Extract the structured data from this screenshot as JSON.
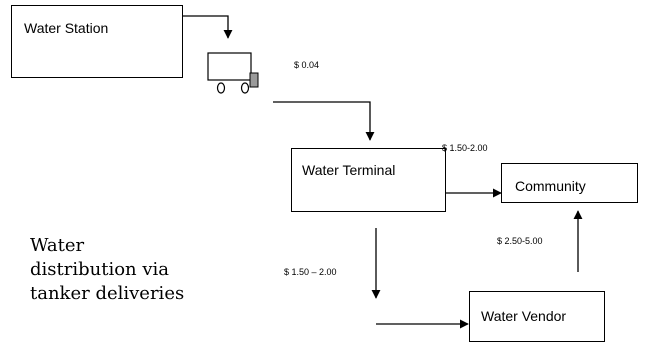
{
  "nodes": {
    "water_station": "Water Station",
    "water_terminal": "Water Terminal",
    "community": "Community",
    "water_vendor": "Water Vendor"
  },
  "prices": {
    "station_to_tanker": "$ 0.04",
    "terminal_to_community": "$ 1.50-2.00",
    "terminal_to_vendor": "$ 1.50 – 2.00",
    "vendor_to_community": "$ 2.50-5.00"
  },
  "caption": {
    "line1": "Water",
    "line2": "distribution via",
    "line3": "tanker deliveries"
  },
  "icons": {
    "tanker": "truck-icon"
  }
}
